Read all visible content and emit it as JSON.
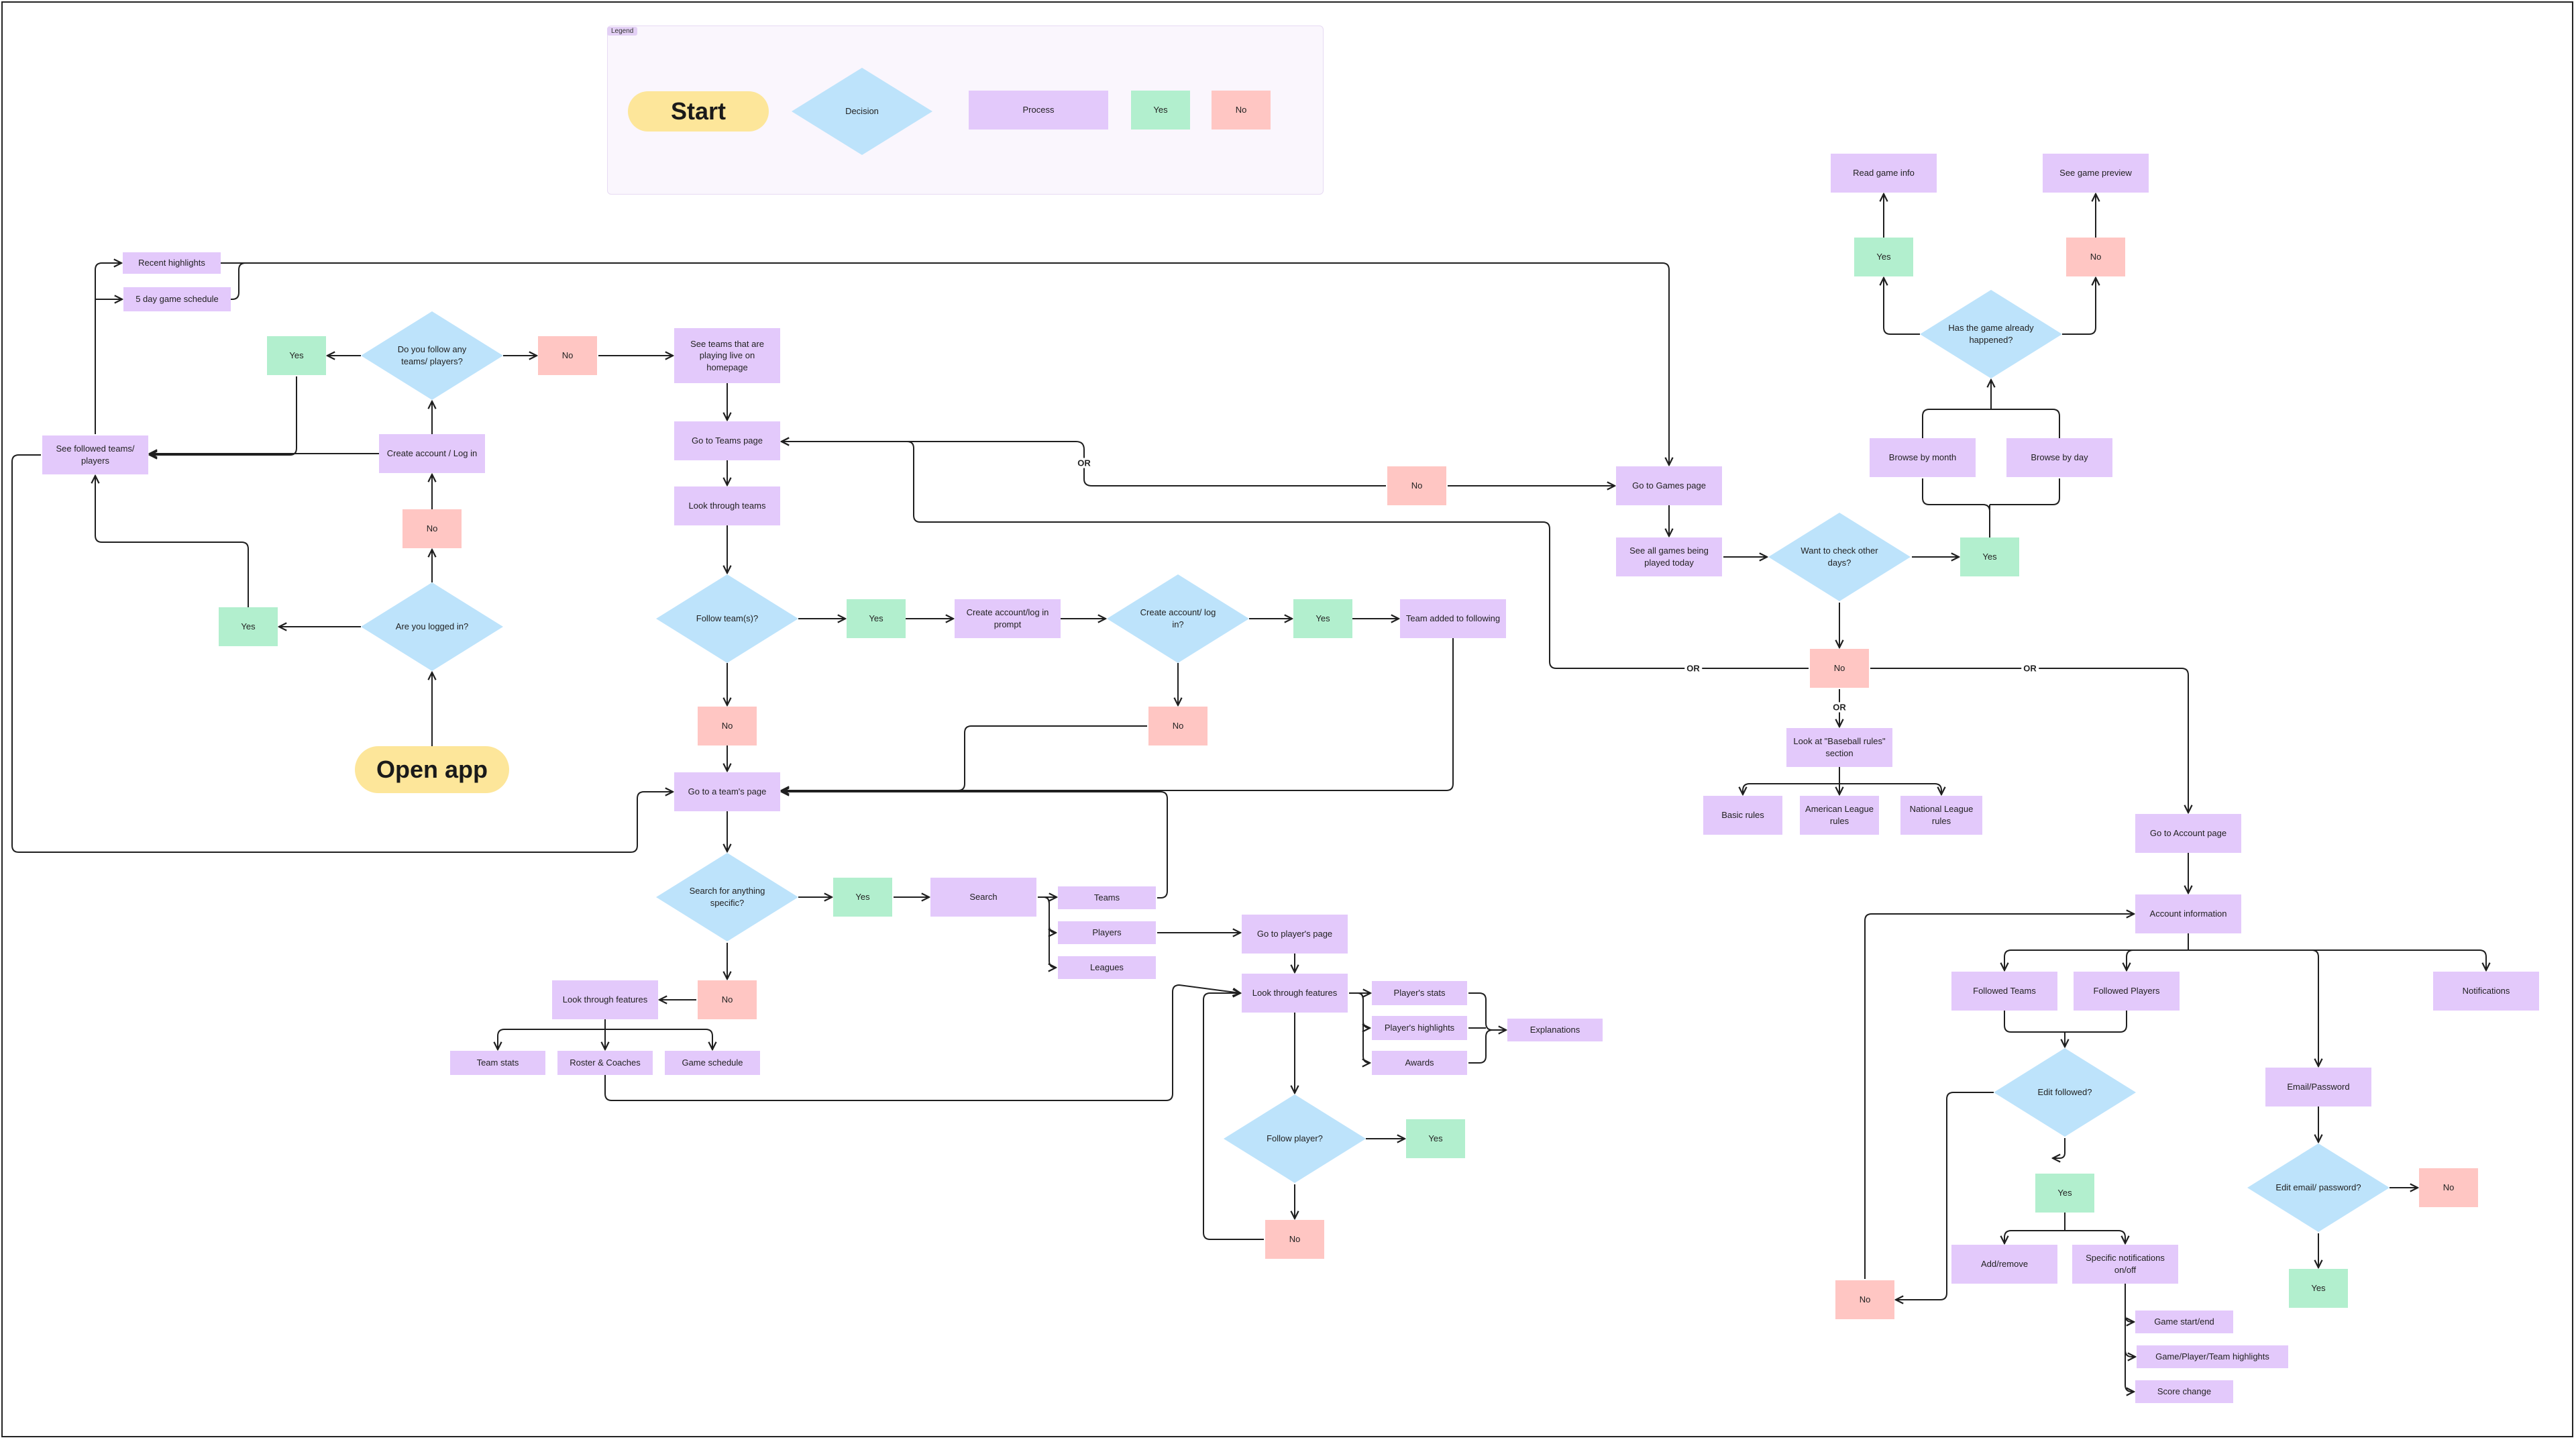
{
  "legend": {
    "tag": "Legend",
    "items": [
      {
        "id": "legend-start",
        "kind": "start",
        "label": "Start"
      },
      {
        "id": "legend-decision",
        "kind": "decision",
        "label": "Decision"
      },
      {
        "id": "legend-process",
        "kind": "process",
        "label": "Process"
      },
      {
        "id": "legend-yes",
        "kind": "yes",
        "label": "Yes"
      },
      {
        "id": "legend-no",
        "kind": "no",
        "label": "No"
      }
    ]
  },
  "nodes": [
    {
      "id": "open-app",
      "kind": "start",
      "label": "Open app"
    },
    {
      "id": "logged-in",
      "kind": "decision",
      "label": "Are you logged in?"
    },
    {
      "id": "logged-in-yes",
      "kind": "yes",
      "label": "Yes"
    },
    {
      "id": "logged-in-no",
      "kind": "no",
      "label": "No"
    },
    {
      "id": "create-account-1",
      "kind": "process",
      "label": "Create account / Log in"
    },
    {
      "id": "follow-teams-q",
      "kind": "decision",
      "label": "Do you follow any teams/ players?"
    },
    {
      "id": "follow-teams-yes",
      "kind": "yes",
      "label": "Yes"
    },
    {
      "id": "follow-teams-no",
      "kind": "no",
      "label": "No"
    },
    {
      "id": "see-followed",
      "kind": "process",
      "label": "See followed teams/ players"
    },
    {
      "id": "recent-highlights",
      "kind": "process",
      "label": "Recent highlights"
    },
    {
      "id": "game-schedule-5",
      "kind": "process",
      "label": "5 day game schedule"
    },
    {
      "id": "teams-live",
      "kind": "process",
      "label": "See teams that are playing live on homepage"
    },
    {
      "id": "go-teams-page",
      "kind": "process",
      "label": "Go to Teams page"
    },
    {
      "id": "look-teams",
      "kind": "process",
      "label": "Look through teams"
    },
    {
      "id": "follow-team-q",
      "kind": "decision",
      "label": "Follow team(s)?"
    },
    {
      "id": "follow-team-yes",
      "kind": "yes",
      "label": "Yes"
    },
    {
      "id": "create-login-prompt",
      "kind": "process",
      "label": "Create account/log in prompt"
    },
    {
      "id": "create-login-q",
      "kind": "decision",
      "label": "Create account/ log in?"
    },
    {
      "id": "create-login-yes",
      "kind": "yes",
      "label": "Yes"
    },
    {
      "id": "team-added",
      "kind": "process",
      "label": "Team added to following"
    },
    {
      "id": "create-login-no",
      "kind": "no",
      "label": "No"
    },
    {
      "id": "follow-team-no",
      "kind": "no",
      "label": "No"
    },
    {
      "id": "go-team-page",
      "kind": "process",
      "label": "Go to a team's page"
    },
    {
      "id": "search-q",
      "kind": "decision",
      "label": "Search for anything specific?"
    },
    {
      "id": "search-yes",
      "kind": "yes",
      "label": "Yes"
    },
    {
      "id": "search",
      "kind": "process",
      "label": "Search"
    },
    {
      "id": "search-teams",
      "kind": "process",
      "label": "Teams"
    },
    {
      "id": "search-players",
      "kind": "process",
      "label": "Players"
    },
    {
      "id": "search-leagues",
      "kind": "process",
      "label": "Leagues"
    },
    {
      "id": "search-no",
      "kind": "no",
      "label": "No"
    },
    {
      "id": "look-features-team",
      "kind": "process",
      "label": "Look through features"
    },
    {
      "id": "team-stats",
      "kind": "process",
      "label": "Team stats"
    },
    {
      "id": "roster",
      "kind": "process",
      "label": "Roster & Coaches"
    },
    {
      "id": "team-game-schedule",
      "kind": "process",
      "label": "Game schedule"
    },
    {
      "id": "go-player-page",
      "kind": "process",
      "label": "Go to player's page"
    },
    {
      "id": "look-features-player",
      "kind": "process",
      "label": "Look through features"
    },
    {
      "id": "player-stats",
      "kind": "process",
      "label": "Player's stats"
    },
    {
      "id": "player-highlights",
      "kind": "process",
      "label": "Player's highlights"
    },
    {
      "id": "awards",
      "kind": "process",
      "label": "Awards"
    },
    {
      "id": "explanations",
      "kind": "process",
      "label": "Explanations"
    },
    {
      "id": "follow-player-q",
      "kind": "decision",
      "label": "Follow player?"
    },
    {
      "id": "follow-player-yes",
      "kind": "yes",
      "label": "Yes"
    },
    {
      "id": "follow-player-no",
      "kind": "no",
      "label": "No"
    },
    {
      "id": "games-no",
      "kind": "no",
      "label": "No"
    },
    {
      "id": "go-games-page",
      "kind": "process",
      "label": "Go to Games page"
    },
    {
      "id": "see-all-games",
      "kind": "process",
      "label": "See all games being played today"
    },
    {
      "id": "other-days-q",
      "kind": "decision",
      "label": "Want to check other days?"
    },
    {
      "id": "other-days-yes",
      "kind": "yes",
      "label": "Yes"
    },
    {
      "id": "browse-month",
      "kind": "process",
      "label": "Browse by month"
    },
    {
      "id": "browse-day",
      "kind": "process",
      "label": "Browse by day"
    },
    {
      "id": "game-happened-q",
      "kind": "decision",
      "label": "Has the game already happened?"
    },
    {
      "id": "game-happened-yes",
      "kind": "yes",
      "label": "Yes"
    },
    {
      "id": "game-happened-no",
      "kind": "no",
      "label": "No"
    },
    {
      "id": "read-game-info",
      "kind": "process",
      "label": "Read game info"
    },
    {
      "id": "see-game-preview",
      "kind": "process",
      "label": "See game preview"
    },
    {
      "id": "other-days-no",
      "kind": "no",
      "label": "No"
    },
    {
      "id": "baseball-rules",
      "kind": "process",
      "label": "Look at \"Baseball rules\" section"
    },
    {
      "id": "basic-rules",
      "kind": "process",
      "label": "Basic rules"
    },
    {
      "id": "american-league",
      "kind": "process",
      "label": "American League rules"
    },
    {
      "id": "national-league",
      "kind": "process",
      "label": "National League rules"
    },
    {
      "id": "go-account-page",
      "kind": "process",
      "label": "Go to Account page"
    },
    {
      "id": "account-info",
      "kind": "process",
      "label": "Account information"
    },
    {
      "id": "followed-teams",
      "kind": "process",
      "label": "Followed Teams"
    },
    {
      "id": "followed-players",
      "kind": "process",
      "label": "Followed Players"
    },
    {
      "id": "notifications",
      "kind": "process",
      "label": "Notifications"
    },
    {
      "id": "email-password",
      "kind": "process",
      "label": "Email/Password"
    },
    {
      "id": "edit-followed-q",
      "kind": "decision",
      "label": "Edit followed?"
    },
    {
      "id": "edit-followed-yes",
      "kind": "yes",
      "label": "Yes"
    },
    {
      "id": "edit-followed-no",
      "kind": "no",
      "label": "No"
    },
    {
      "id": "add-remove",
      "kind": "process",
      "label": "Add/remove"
    },
    {
      "id": "specific-notifications",
      "kind": "process",
      "label": "Specific notifications on/off"
    },
    {
      "id": "game-start-end",
      "kind": "process",
      "label": "Game start/end"
    },
    {
      "id": "game-highlights",
      "kind": "process",
      "label": "Game/Player/Team highlights"
    },
    {
      "id": "score-change",
      "kind": "process",
      "label": "Score change"
    },
    {
      "id": "edit-email-q",
      "kind": "decision",
      "label": "Edit email/ password?"
    },
    {
      "id": "edit-email-yes",
      "kind": "yes",
      "label": "Yes"
    },
    {
      "id": "edit-email-no",
      "kind": "no",
      "label": "No"
    }
  ],
  "or_labels": [
    {
      "id": "or-teams-games",
      "label": "OR"
    },
    {
      "id": "or-rules",
      "label": "OR"
    },
    {
      "id": "or-left",
      "label": "OR"
    },
    {
      "id": "or-right",
      "label": "OR"
    }
  ],
  "colors": {
    "process": "#e3c9fb",
    "decision": "#bde3fb",
    "yes": "#b2efce",
    "no": "#ffc6c3",
    "start": "#fde69a",
    "edge": "#1f1f1f"
  }
}
